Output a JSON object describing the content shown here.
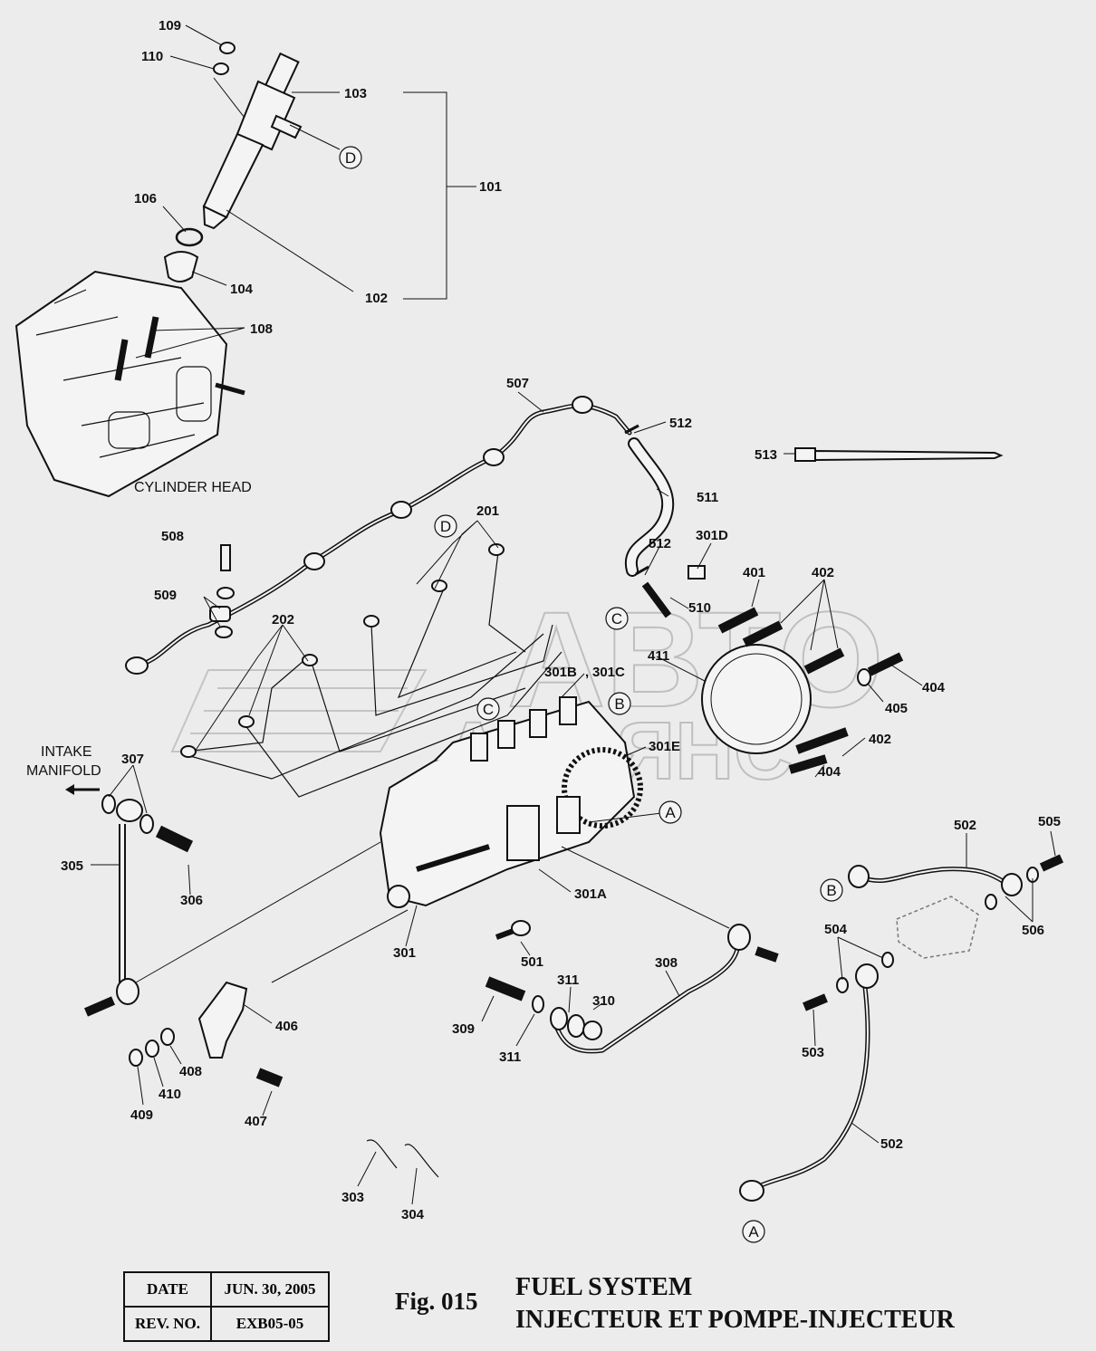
{
  "title": {
    "figure": "Fig. 015",
    "line1": "FUEL SYSTEM",
    "line2": "INJECTEUR ET POMPE-INJECTEUR"
  },
  "revision_table": {
    "date_label": "DATE",
    "date_value": "JUN. 30, 2005",
    "rev_label": "REV. NO.",
    "rev_value": "EXB05-05"
  },
  "notes": {
    "cylinder_head": "CYLINDER HEAD",
    "intake_line1": "INTAKE",
    "intake_line2": "MANIFOLD"
  },
  "watermark": {
    "line1": "АВТО",
    "line2": "АЛЬЯНС"
  },
  "refs": [
    "A",
    "B",
    "C",
    "D"
  ],
  "callouts": [
    "109",
    "110",
    "103",
    "101",
    "102",
    "104",
    "106",
    "108",
    "507",
    "512",
    "513",
    "511",
    "201",
    "202",
    "508",
    "509",
    "301D",
    "401",
    "402",
    "510",
    "411",
    "301B",
    "301C",
    "404",
    "405",
    "301E",
    "307",
    "305",
    "306",
    "301A",
    "301",
    "501",
    "502",
    "505",
    "506",
    "504",
    "503",
    "308",
    "309",
    "310",
    "311",
    "406",
    "407",
    "408",
    "409",
    "410",
    "303",
    "304"
  ],
  "colors": {
    "background": "#ececec",
    "ink": "#111111",
    "watermark": "#bfbfbf"
  }
}
